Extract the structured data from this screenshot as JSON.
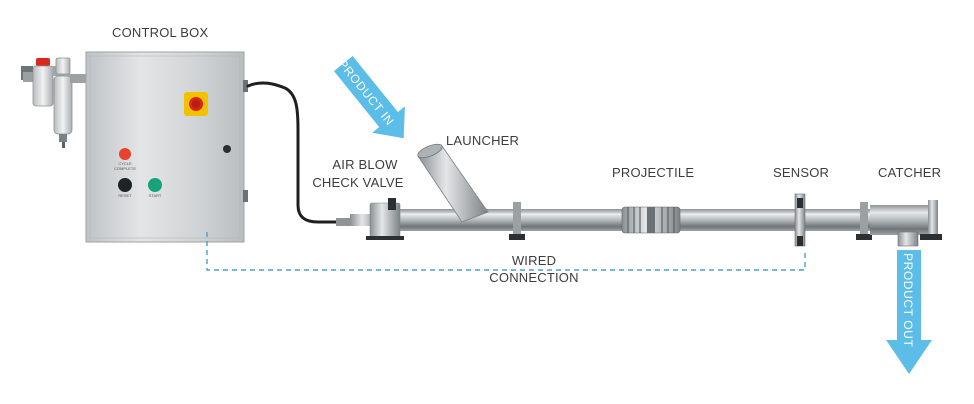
{
  "labels": {
    "control_box": "CONTROL BOX",
    "launcher": "LAUNCHER",
    "air_blow_line1": "AIR BLOW",
    "air_blow_line2": "CHECK VALVE",
    "projectile": "PROJECTILE",
    "sensor": "SENSOR",
    "catcher": "CATCHER",
    "wired_line1": "WIRED",
    "wired_line2": "CONNECTION"
  },
  "arrows": {
    "product_in": "PRODUCT IN",
    "product_out": "PRODUCT OUT"
  },
  "control_panel": {
    "cycle_complete_line1": "CYCLE",
    "cycle_complete_line2": "COMPLETE",
    "reset": "RESET",
    "start": "START"
  },
  "colors": {
    "arrow_blue": "#5bbde8",
    "dashed_line": "#4a9fd0",
    "stainless": "#cfd2d4",
    "estop_yellow": "#f2c200",
    "estop_red": "#d8261c",
    "lamp_red": "#e8412c",
    "button_black": "#1e2426",
    "button_green": "#17a37a"
  }
}
